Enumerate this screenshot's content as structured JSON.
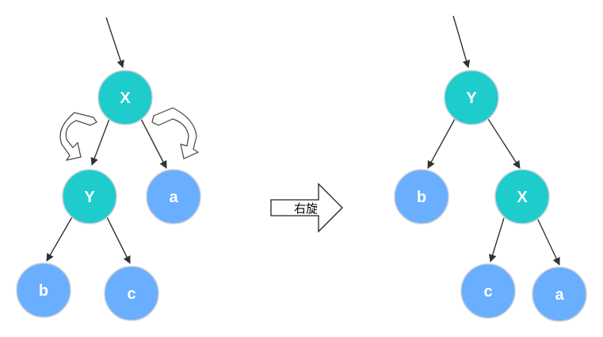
{
  "colors": {
    "teal_node": "#1ecccc",
    "blue_node": "#6aaeff",
    "node_stroke": "#c7cdd6",
    "edge": "#333333"
  },
  "before": {
    "root": "X",
    "root_left_child": "Y",
    "root_right_child": "a",
    "left_left_child": "b",
    "left_right_child": "c"
  },
  "after": {
    "root": "Y",
    "root_left_child": "b",
    "root_right_child": "X",
    "right_left_child": "c",
    "right_right_child": "a"
  },
  "transition": {
    "label": "右旋",
    "icon": "right-arrow-icon"
  },
  "rotation_icons": [
    "curved-arrow-icon",
    "curved-arrow-icon"
  ]
}
